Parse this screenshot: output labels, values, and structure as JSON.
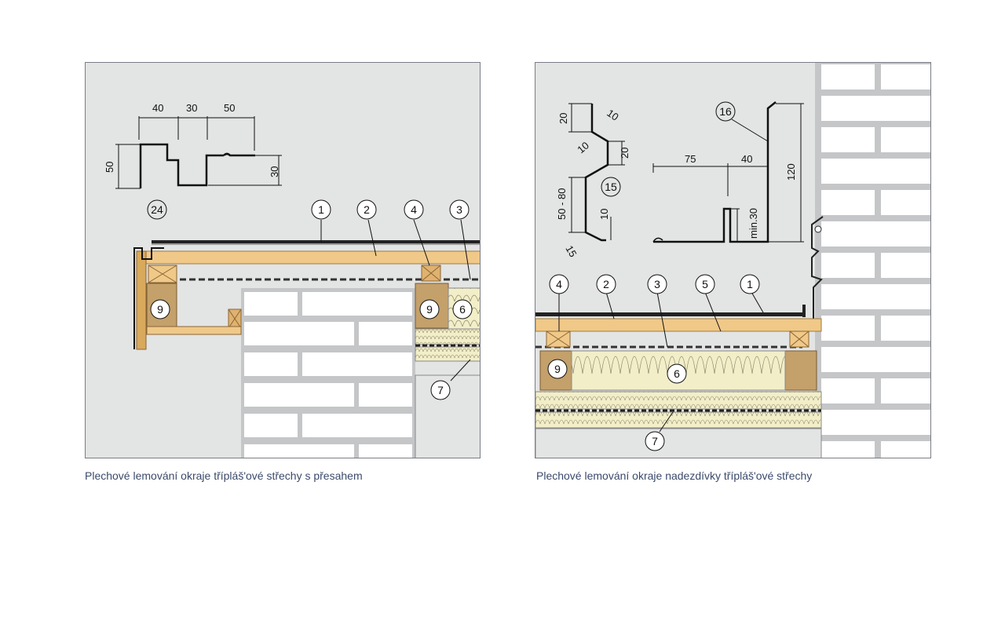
{
  "left": {
    "caption": "Plechové lemování okraje třípláš'ové střechy s přesahem",
    "dims": {
      "d40": "40",
      "d30a": "30",
      "d50a": "50",
      "d50b": "50",
      "d30b": "30"
    },
    "callouts": {
      "c24": "24",
      "c1": "1",
      "c2": "2",
      "c4": "4",
      "c3": "3",
      "c9a": "9",
      "c9b": "9",
      "c6": "6",
      "c7": "7"
    }
  },
  "right": {
    "caption": "Plechové lemování okraje nadezdívky třípláš'ové střechy",
    "dims": {
      "d20a": "20",
      "d10a": "10",
      "d20b": "20",
      "d10b": "10",
      "d5080": "50 - 80",
      "d10c": "10",
      "d15": "15",
      "d75": "75",
      "d40": "40",
      "d120": "120",
      "dmin30": "min.30"
    },
    "callouts": {
      "c15": "15",
      "c16": "16",
      "c4": "4",
      "c2": "2",
      "c3": "3",
      "c5": "5",
      "c1": "1",
      "c9": "9",
      "c6": "6",
      "c7": "7"
    }
  },
  "colors": {
    "background": "#e3e4e4",
    "wood": "#f0c989",
    "wood_dark": "#c9a063",
    "beam": "#c4a06a",
    "insulation": "#f2eec8",
    "brick": "#ffffff",
    "mortar": "#c4c6c8",
    "metal": "#1a1a1a"
  }
}
